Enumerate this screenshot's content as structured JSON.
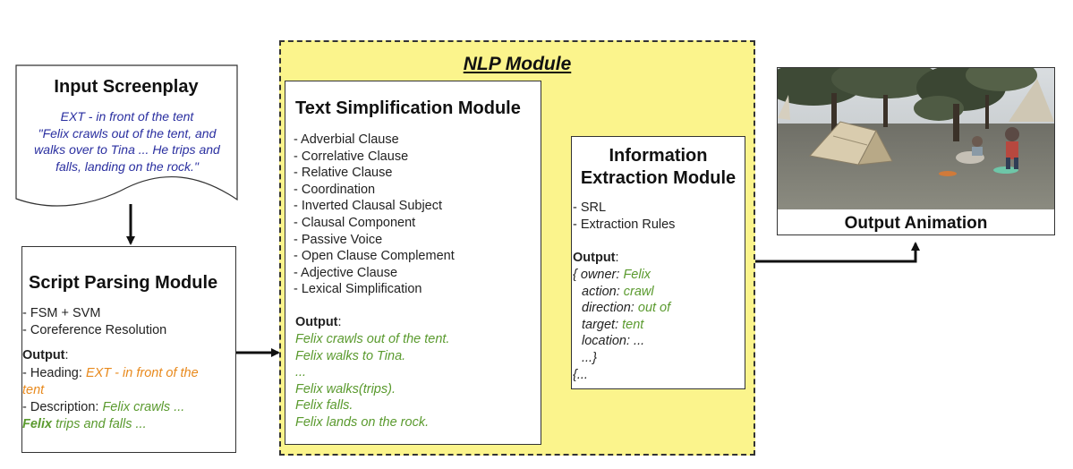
{
  "nlp_module": {
    "title": "NLP Module"
  },
  "input_screenplay": {
    "title": "Input Screenplay",
    "lines": [
      "EXT - in front of  the tent",
      "\"Felix crawls out of the tent, and",
      "walks over to Tina ... He trips and",
      "falls, landing on the rock.\""
    ]
  },
  "script_parsing": {
    "title": "Script Parsing Module",
    "items": [
      "- FSM + SVM",
      "- Coreference Resolution"
    ],
    "output_label": "Output",
    "output_colon": ":",
    "heading_label": "- Heading: ",
    "heading_value_1": "EXT - in front of the",
    "heading_value_2": "tent",
    "description_label": "- Description: ",
    "description_value_1": "Felix crawls ...",
    "description_bold": "Felix",
    "description_value_2": " trips and falls ..."
  },
  "text_simplification": {
    "title": "Text Simplification Module",
    "items": [
      "- Adverbial Clause",
      "- Correlative Clause",
      "- Relative Clause",
      "- Coordination",
      "- Inverted Clausal Subject",
      "- Clausal Component",
      "- Passive Voice",
      "- Open Clause Complement",
      "- Adjective Clause",
      "- Lexical Simplification"
    ],
    "output_label": "Output",
    "output_colon": ":",
    "output_lines": [
      "Felix crawls out of the tent.",
      "Felix walks to Tina.",
      "...",
      "Felix walks(trips).",
      "Felix falls.",
      "Felix lands on the rock."
    ]
  },
  "information_extraction": {
    "title_1": "Information",
    "title_2": "Extraction Module",
    "items": [
      "- SRL",
      "- Extraction Rules"
    ],
    "output_label": "Output",
    "output_colon": ":",
    "open_brace": "{",
    "fields": [
      {
        "key": "owner: ",
        "value": "Felix"
      },
      {
        "key": "action: ",
        "value": "crawl"
      },
      {
        "key": "direction: ",
        "value": "out of"
      },
      {
        "key": "target: ",
        "value": "tent"
      },
      {
        "key": "location: ",
        "value": "..."
      }
    ],
    "close_line": "...}",
    "last_line": "{..."
  },
  "output_animation": {
    "title": "Output Animation"
  },
  "colors": {
    "nlp_fill": "#fbf48c",
    "green_text": "#5a9a2e",
    "orange_text": "#e8891c",
    "blue_text": "#2a2fa0"
  }
}
